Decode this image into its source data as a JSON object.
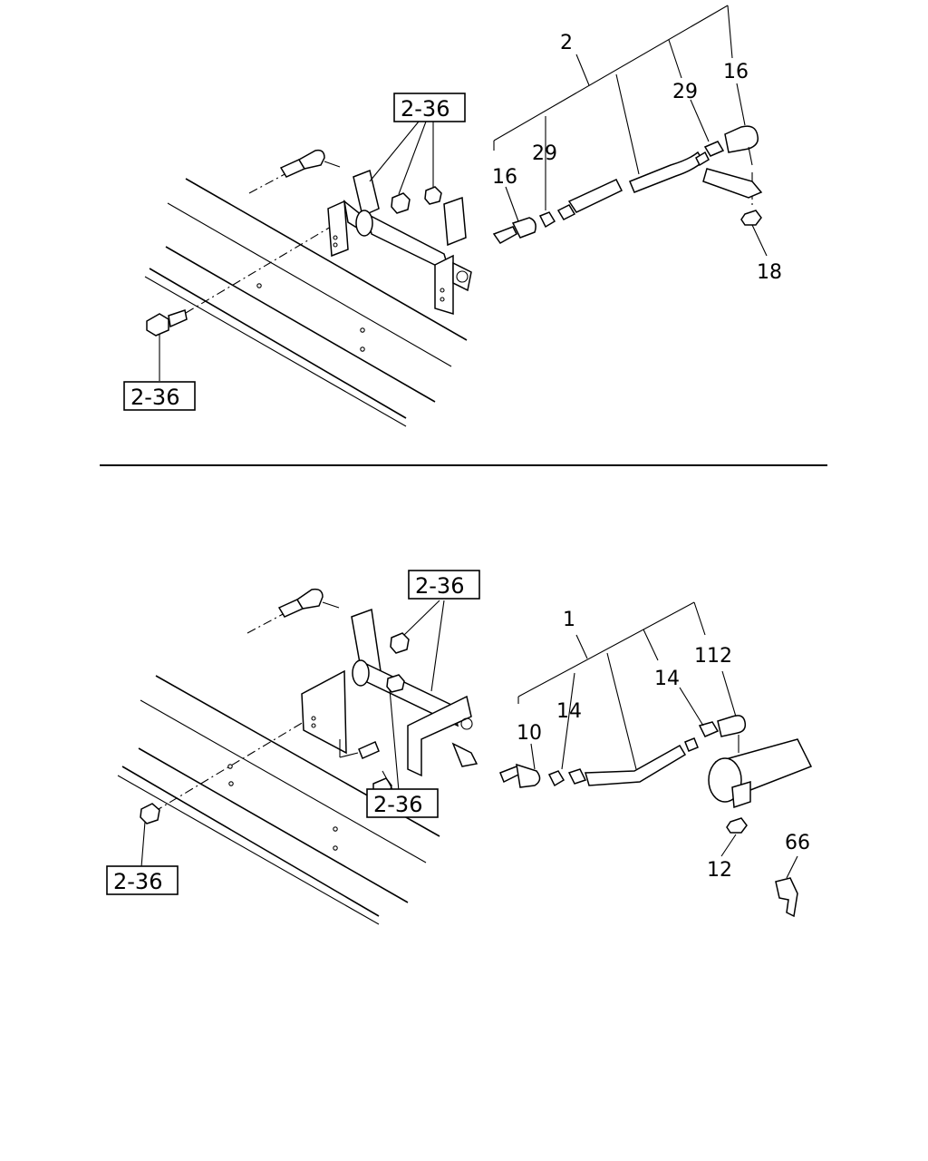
{
  "upper": {
    "callouts": {
      "part_2": "2",
      "part_16_right": "16",
      "part_29_right": "29",
      "part_29_left": "29",
      "part_16_left": "16",
      "part_18": "18"
    },
    "refs": {
      "ref_top": "2-36",
      "ref_bottom": "2-36"
    }
  },
  "lower": {
    "callouts": {
      "part_1": "1",
      "part_112": "112",
      "part_14_right": "14",
      "part_14_left": "14",
      "part_10": "10",
      "part_12": "12",
      "part_66": "66"
    },
    "refs": {
      "ref_top": "2-36",
      "ref_middle": "2-36",
      "ref_bottom": "2-36"
    }
  }
}
